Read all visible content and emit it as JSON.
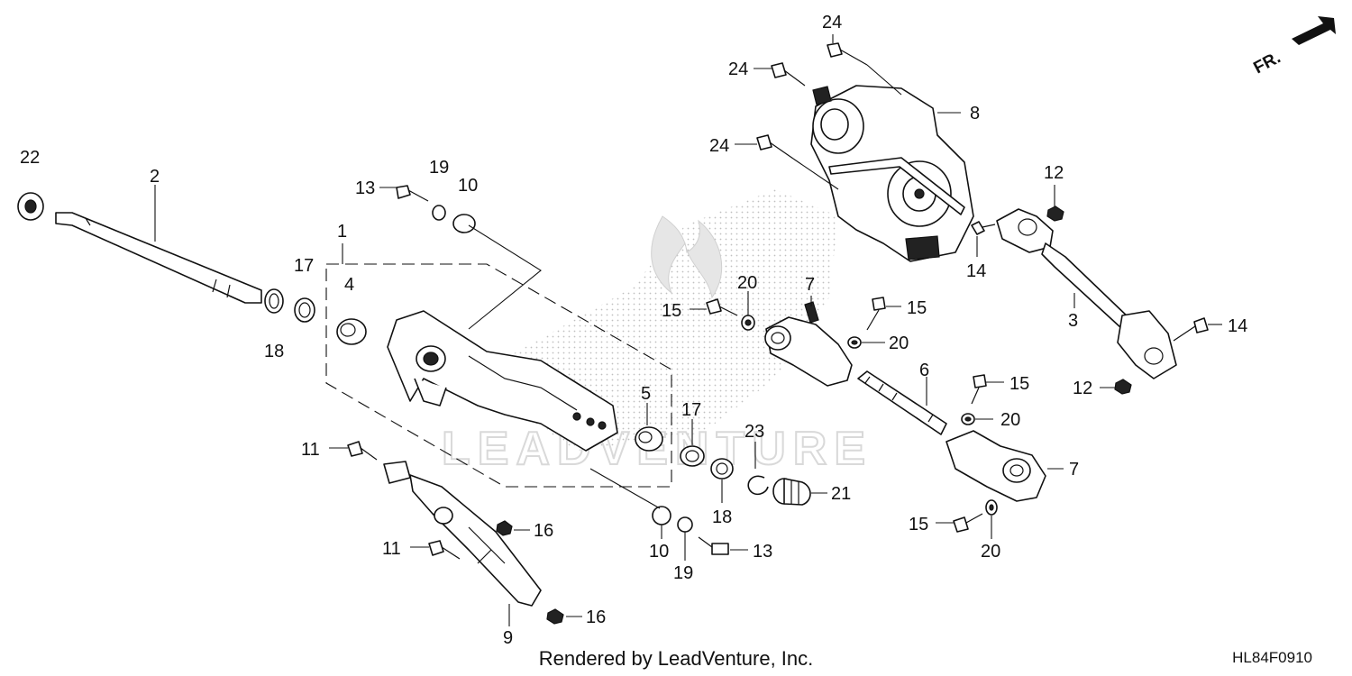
{
  "diagram": {
    "footer_credit": "Rendered by LeadVenture, Inc.",
    "diagram_code": "HL84F0910",
    "orientation_label": "FR.",
    "watermark_text": "LEADVENTURE",
    "callouts": {
      "c24a": "24",
      "c24b": "24",
      "c24c": "24",
      "c8": "8",
      "c22": "22",
      "c2": "2",
      "c13a": "13",
      "c19a": "19",
      "c10a": "10",
      "c1": "1",
      "c17a": "17",
      "c4": "4",
      "c18a": "18",
      "c20a": "20",
      "c15a": "15",
      "c7a": "7",
      "c15b": "15",
      "c20b": "20",
      "c12a": "12",
      "c14a": "14",
      "c3": "3",
      "c14b": "14",
      "c12b": "12",
      "c6": "6",
      "c15c": "15",
      "c20c": "20",
      "c5": "5",
      "c17b": "17",
      "c23": "23",
      "c7b": "7",
      "c18b": "18",
      "c21": "21",
      "c11a": "11",
      "c16a": "16",
      "c11b": "11",
      "c16b": "16",
      "c9": "9",
      "c10b": "10",
      "c19b": "19",
      "c13b": "13",
      "c15d": "15",
      "c20d": "20"
    }
  }
}
